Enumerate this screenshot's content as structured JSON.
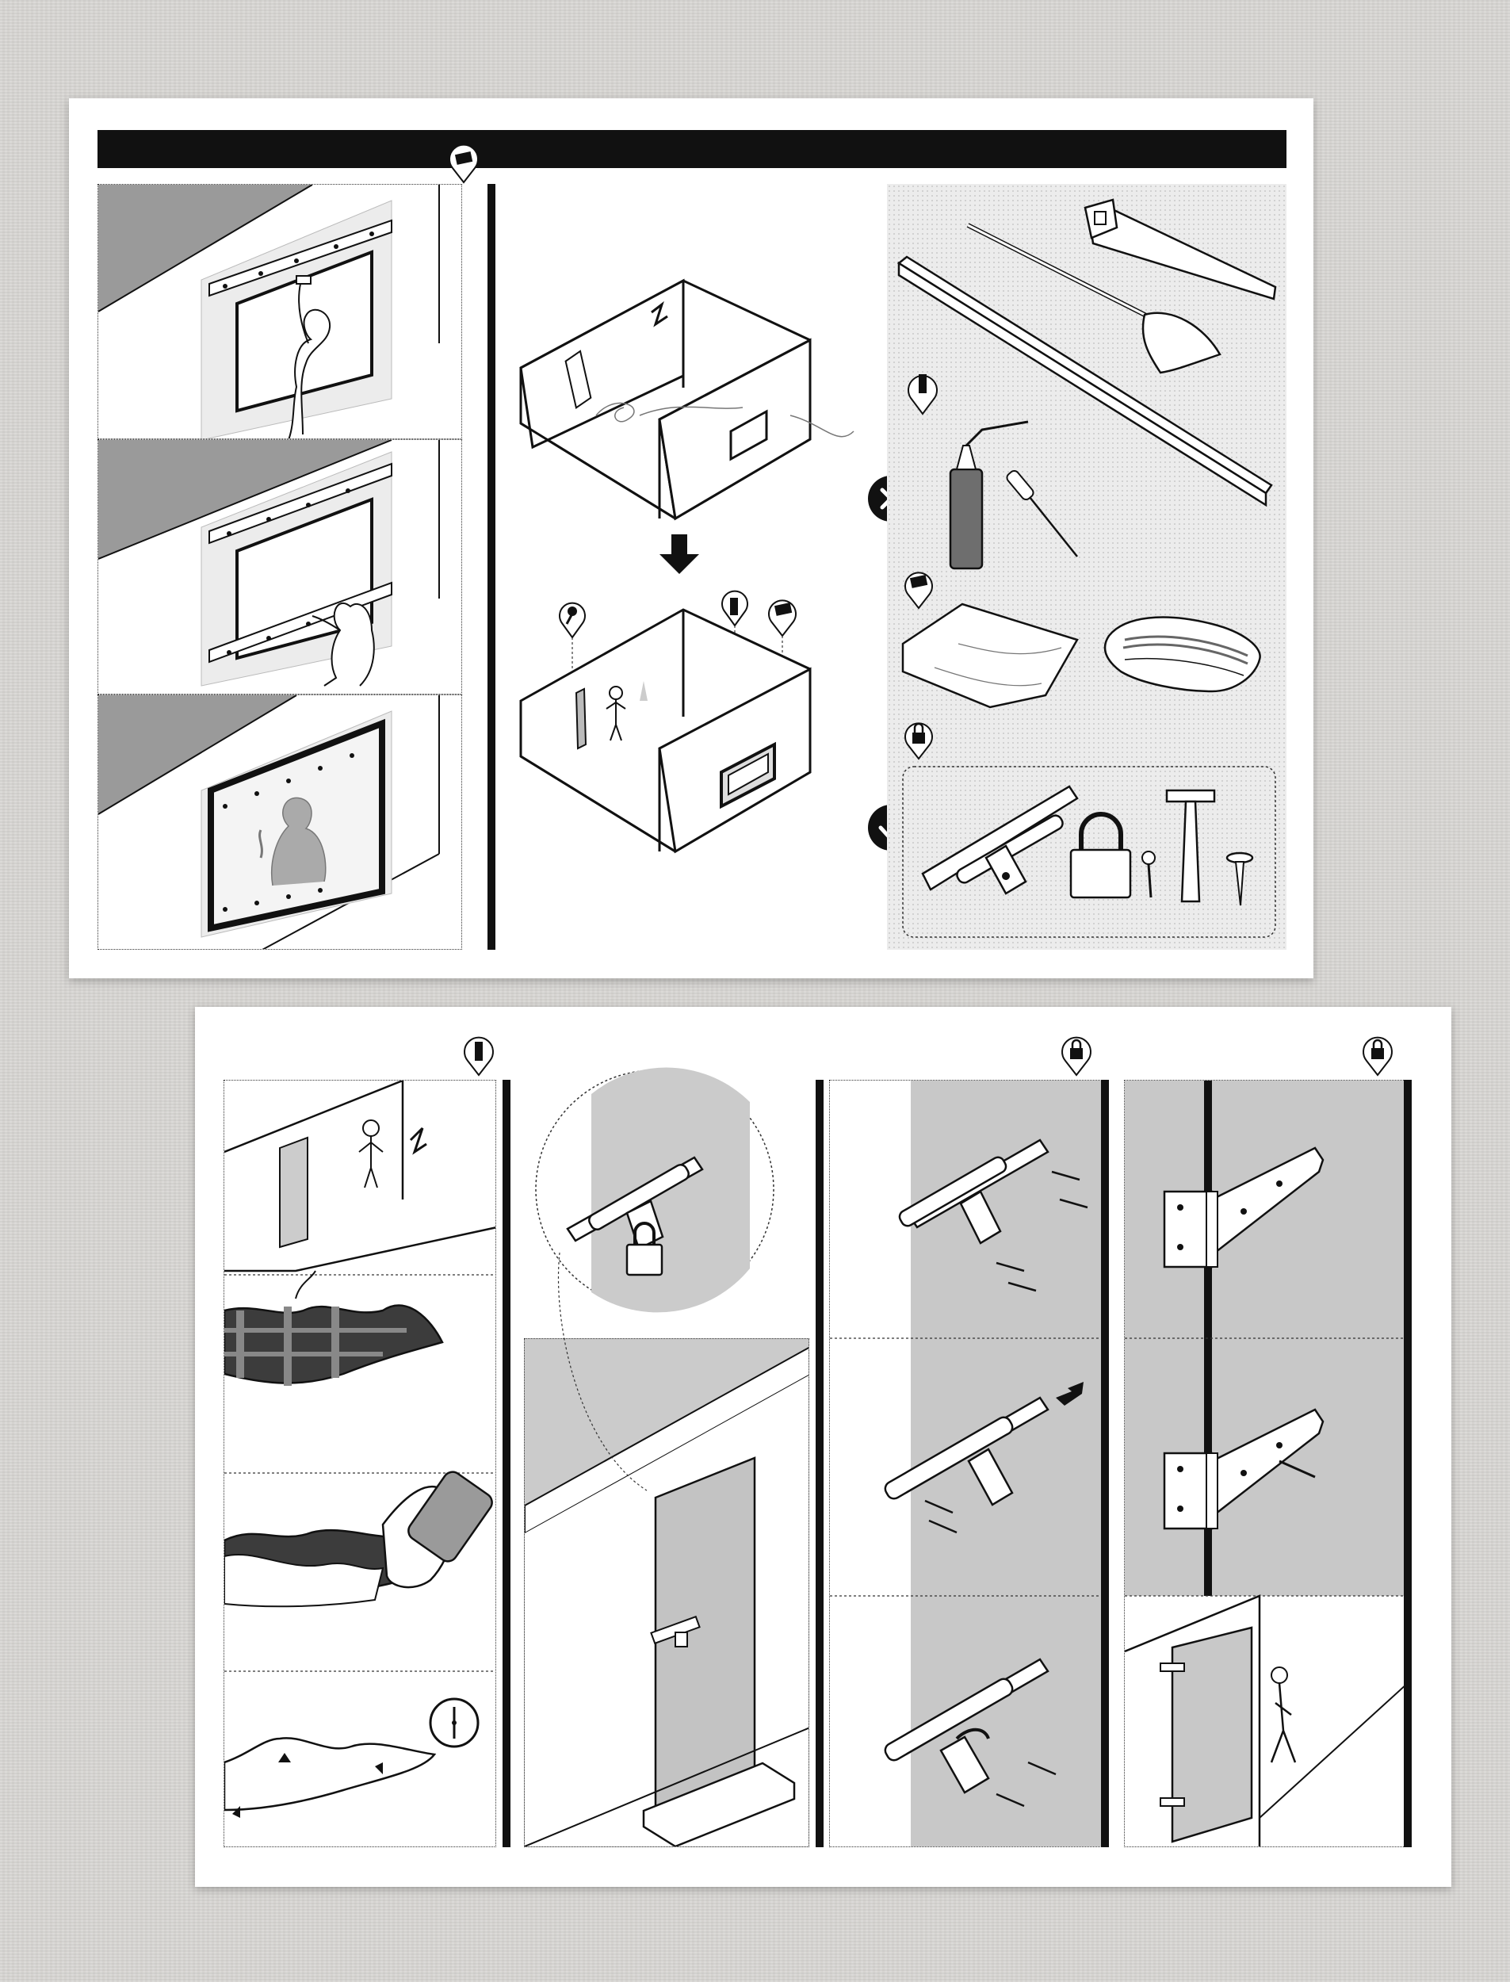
{
  "sheets": [
    {
      "id": "top",
      "panels": [
        "window-step-1",
        "window-step-2",
        "window-step-3",
        "room-before-after",
        "tools-and-materials"
      ],
      "icons": [
        "plastic-sheet-icon",
        "sealant-icon",
        "lock-icon",
        "cross-icon",
        "check-icon",
        "down-arrow-icon"
      ]
    },
    {
      "id": "bottom",
      "panels": [
        "sealant-steps",
        "door-lock",
        "bolt-install-steps",
        "hinge-install-steps"
      ],
      "icons": [
        "sealant-icon",
        "lock-icon",
        "lock-icon",
        "clock-icon"
      ]
    }
  ],
  "colors": {
    "ink": "#111111",
    "panel_grey": "#c8c8c8",
    "dark_grey": "#8f8f8f",
    "sheet_bg": "#ffffff",
    "table_bg": "#d9d7d4"
  }
}
